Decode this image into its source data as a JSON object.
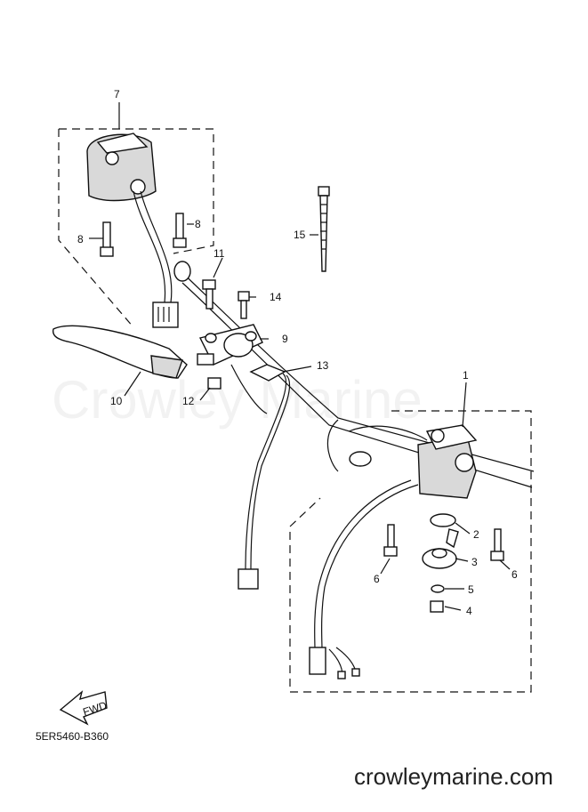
{
  "watermark": "Crowley Marine",
  "site_url": "crowleymarine.com",
  "diagram_code": "5ER5460-B360",
  "fwd_label": "FWD",
  "callouts": {
    "c1": "1",
    "c2": "2",
    "c3": "3",
    "c4": "4",
    "c5": "5",
    "c6a": "6",
    "c6b": "6",
    "c7": "7",
    "c8a": "8",
    "c8b": "8",
    "c9": "9",
    "c10": "10",
    "c11": "11",
    "c12": "12",
    "c13": "13",
    "c14": "14",
    "c15": "15"
  }
}
